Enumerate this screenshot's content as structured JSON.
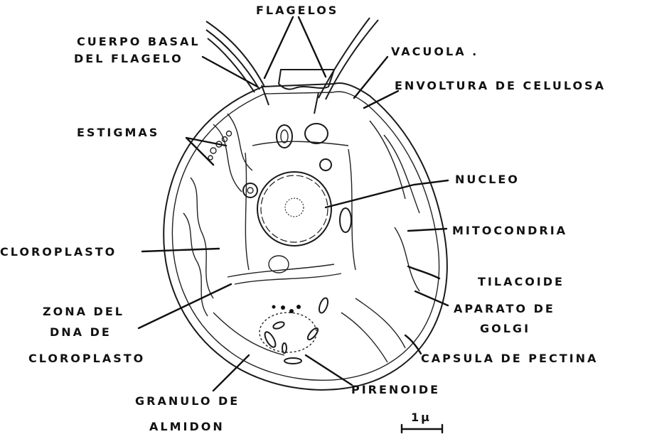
{
  "labels": {
    "flagelos": "FLAGELOS",
    "cuerpo_basal_1": "CUERPO BASAL",
    "cuerpo_basal_2": "DEL FLAGELO",
    "vacuola": "VACUOLA .",
    "envoltura": "ENVOLTURA DE CELULOSA",
    "estigmas": "ESTIGMAS",
    "nucleo": "NUCLEO",
    "mitocondria": "MITOCONDRIA",
    "cloroplasto": "CLOROPLASTO",
    "tilacoide": "TILACOIDE",
    "zona_1": "ZONA DEL",
    "zona_2": "DNA DE",
    "zona_3": "CLOROPLASTO",
    "aparato_1": "APARATO DE",
    "aparato_2": "GOLGI",
    "capsula": "CAPSULA DE PECTINA",
    "pirenoide": "PIRENOIDE",
    "granulo_1": "GRANULO DE",
    "granulo_2": "ALMIDON",
    "scale": "1μ"
  }
}
